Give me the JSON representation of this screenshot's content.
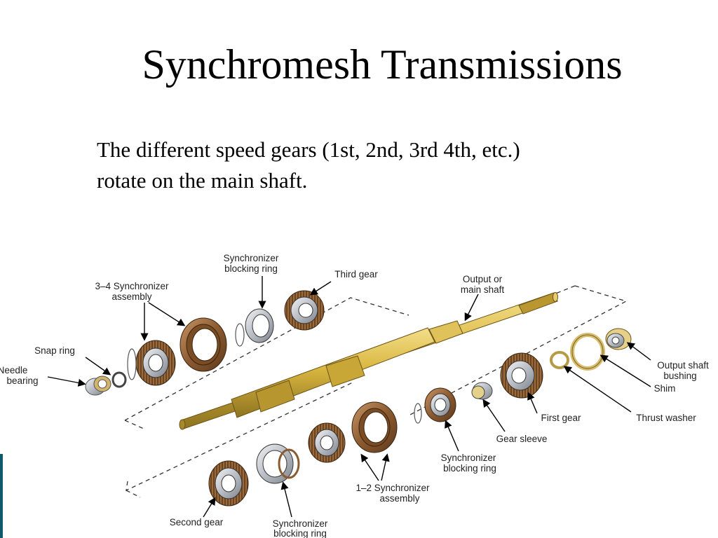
{
  "slide": {
    "title": "Synchromesh Transmissions",
    "body_lines": [
      "The different speed gears (1st, 2nd, 3rd 4th, etc.)",
      "rotate on the main shaft."
    ]
  },
  "diagram": {
    "labels": {
      "sync_ring_top": [
        "Synchronizer",
        "blocking ring"
      ],
      "third_gear": [
        "Third gear"
      ],
      "output_shaft": [
        "Output or",
        "main shaft"
      ],
      "sync_34": [
        "3–4 Synchronizer",
        "assembly"
      ],
      "snap_ring": [
        "Snap ring"
      ],
      "needle_bearing": [
        "Needle",
        "bearing"
      ],
      "output_bushing": [
        "Output shaft",
        "bushing"
      ],
      "shim": [
        "Shim"
      ],
      "first_gear": [
        "First gear"
      ],
      "thrust_washer": [
        "Thrust washer"
      ],
      "gear_sleeve": [
        "Gear sleeve"
      ],
      "sync_ring_right": [
        "Synchronizer",
        "blocking ring"
      ],
      "sync_12": [
        "1–2 Synchronizer",
        "assembly"
      ],
      "second_gear": [
        "Second gear"
      ],
      "sync_ring_bottom": [
        "Synchronizer",
        "blocking ring"
      ]
    },
    "colors": {
      "shaft": "#d9b740",
      "gear_bronze": "#9c6a3c",
      "steel": "#c9ccd2",
      "accent_bar": "#0f5a6a"
    }
  }
}
